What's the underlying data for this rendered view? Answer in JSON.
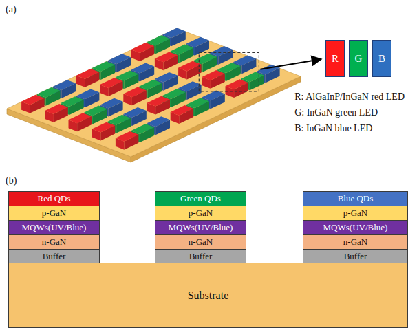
{
  "diagram": {
    "nodes": [
      {
        "text": [
          "R"
        ]
      },
      {
        "text": [
          "G"
        ]
      },
      {
        "text": [
          "B"
        ]
      },
      {
        "text": [
          "Red QDs"
        ]
      },
      {
        "text": [
          "p-GaN"
        ]
      },
      {
        "text": [
          "MQWs(UV/Blue)"
        ]
      },
      {
        "text": [
          "n-GaN"
        ]
      },
      {
        "text": [
          "Buffer"
        ]
      },
      {
        "text": [
          "Green QDs"
        ]
      },
      {
        "text": [
          "p-GaN"
        ]
      },
      {
        "text": [
          "MQWs(UV/Blue)"
        ]
      },
      {
        "text": [
          "n-GaN"
        ]
      },
      {
        "text": [
          "Buffer"
        ]
      },
      {
        "text": [
          "Blue QDs"
        ]
      },
      {
        "text": [
          "p-GaN"
        ]
      },
      {
        "text": [
          "MQWs(UV/Blue)"
        ]
      },
      {
        "text": [
          "n-GaN"
        ]
      },
      {
        "text": [
          "Buffer"
        ]
      },
      {
        "text": [
          "Substrate"
        ]
      }
    ],
    "labels": [
      "(a)",
      "R: AlGaInP/InGaN red LED",
      "G: InGaN green LED",
      "B: InGaN blue LED",
      "(b)"
    ]
  }
}
